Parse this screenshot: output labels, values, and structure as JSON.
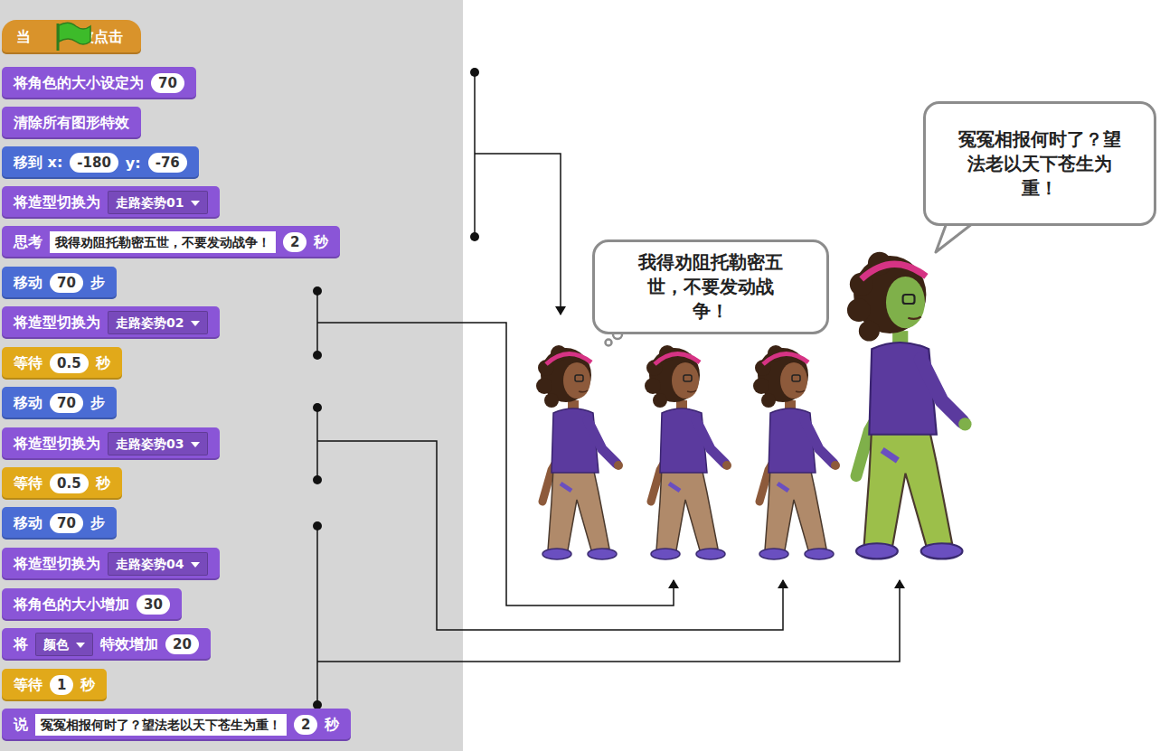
{
  "diagram": {
    "nodes": [
      {
        "text": [
          "当",
          "被点击"
        ]
      },
      {
        "text": [
          "将角色的大小设定为",
          "70"
        ]
      },
      {
        "text": [
          "清除所有图形特效"
        ]
      },
      {
        "text": [
          "移到 x:",
          "-180",
          "y:",
          "-76"
        ]
      },
      {
        "text": [
          "将造型切换为",
          "走路姿势01"
        ]
      },
      {
        "text": [
          "思考",
          "我得劝阻托勒密五世，不要发动战争！",
          "2",
          "秒"
        ]
      },
      {
        "text": [
          "移动",
          "70",
          "步"
        ]
      },
      {
        "text": [
          "将造型切换为",
          "走路姿势02"
        ]
      },
      {
        "text": [
          "等待",
          "0.5",
          "秒"
        ]
      },
      {
        "text": [
          "移动",
          "70",
          "步"
        ]
      },
      {
        "text": [
          "将造型切换为",
          "走路姿势03"
        ]
      },
      {
        "text": [
          "等待",
          "0.5",
          "秒"
        ]
      },
      {
        "text": [
          "移动",
          "70",
          "步"
        ]
      },
      {
        "text": [
          "将造型切换为",
          "走路姿势04"
        ]
      },
      {
        "text": [
          "将角色的大小增加",
          "30"
        ]
      },
      {
        "text": [
          "将",
          "颜色",
          "特效增加",
          "20"
        ]
      },
      {
        "text": [
          "等待",
          "1",
          "秒"
        ]
      },
      {
        "text": [
          "说",
          "冤冤相报何时了？望法老以天下苍生为重！",
          "2",
          "秒"
        ]
      },
      {
        "text": [
          "我得劝阻托勒密五世，不要发动战争！"
        ]
      },
      {
        "text": [
          "冤冤相报何时了？望法老以天下苍生为重！"
        ]
      }
    ]
  }
}
